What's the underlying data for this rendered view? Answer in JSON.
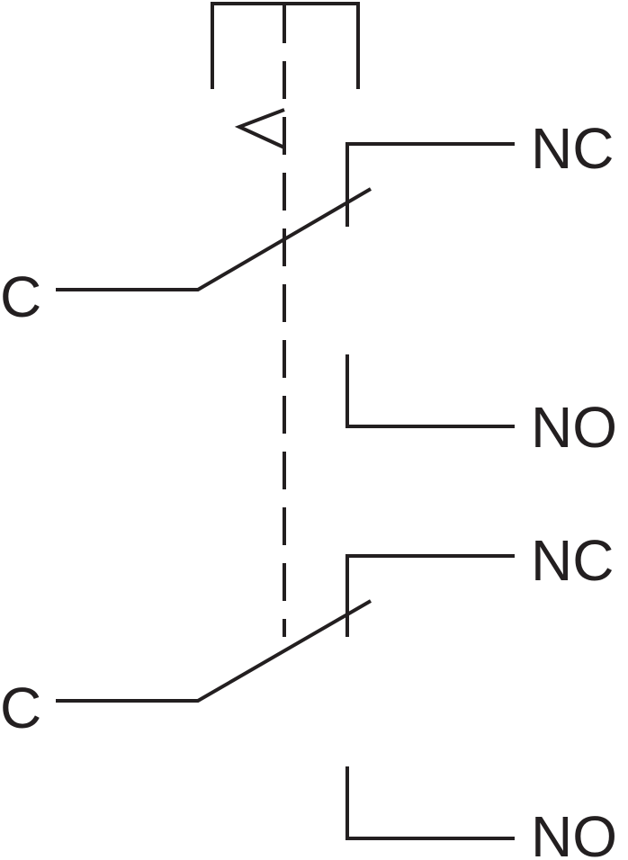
{
  "diagram": {
    "colors": {
      "stroke": "#231f20",
      "text": "#231f20",
      "background": "#ffffff"
    },
    "actuator": {
      "symbol": "push-button"
    },
    "switches": [
      {
        "common_label": "C",
        "normally_closed_label": "NC",
        "normally_open_label": "NO"
      },
      {
        "common_label": "C",
        "normally_closed_label": "NC",
        "normally_open_label": "NO"
      }
    ]
  }
}
